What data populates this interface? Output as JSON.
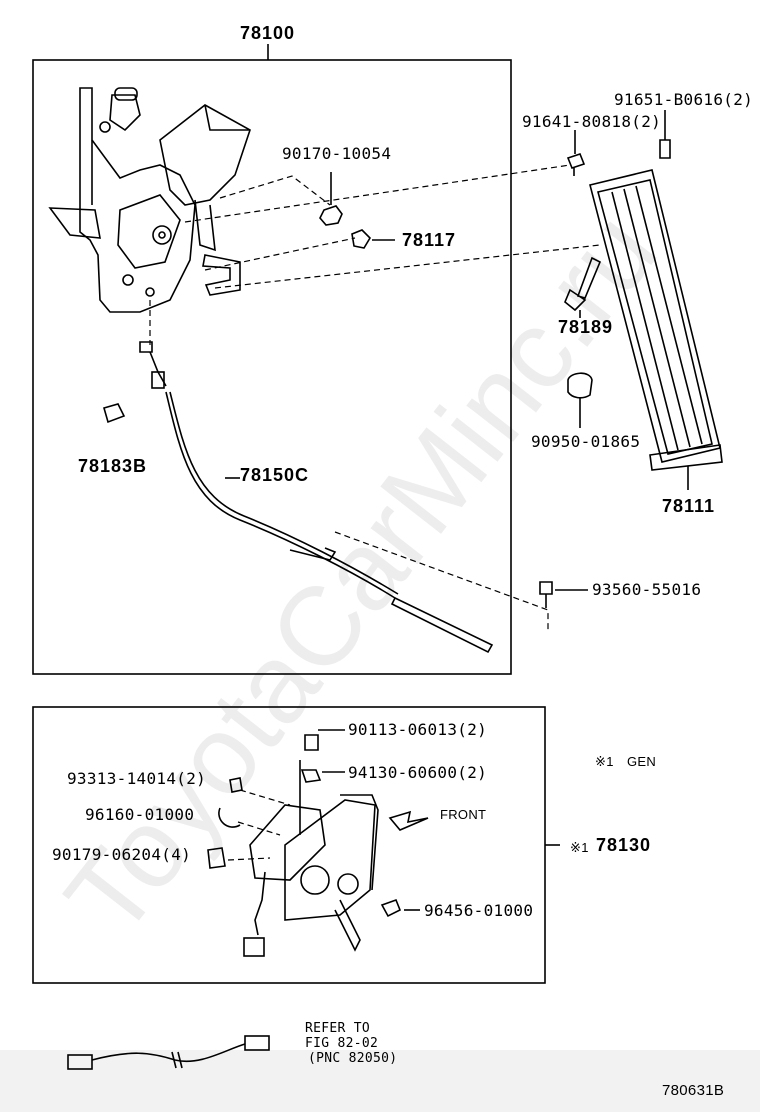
{
  "assembly": {
    "main_part": "78100",
    "throttle_sensor": "78130",
    "gen_note_mark": "※1",
    "gen_note_text": "GEN",
    "front_label": "FRONT"
  },
  "parts": {
    "p90170": "90170-10054",
    "p78117": "78117",
    "p91641": "91641-80818(2)",
    "p91651": "91651-B0616(2)",
    "p78189": "78189",
    "p90950": "90950-01865",
    "p78111": "78111",
    "p78183b": "78183B",
    "p78150c": "78150C",
    "p93560": "93560-55016",
    "p90113": "90113-06013(2)",
    "p94130": "94130-60600(2)",
    "p93313": "93313-14014(2)",
    "p96160": "96160-01000",
    "p90179": "90179-06204(4)",
    "p96456": "96456-01000",
    "p78130_mark": "※1"
  },
  "reference": {
    "line1": "REFER TO",
    "line2": "FIG 82-02",
    "line3": "(PNC 82050)"
  },
  "diagram_id": "780631B",
  "watermark": "ToyotaCarMinc.ru"
}
